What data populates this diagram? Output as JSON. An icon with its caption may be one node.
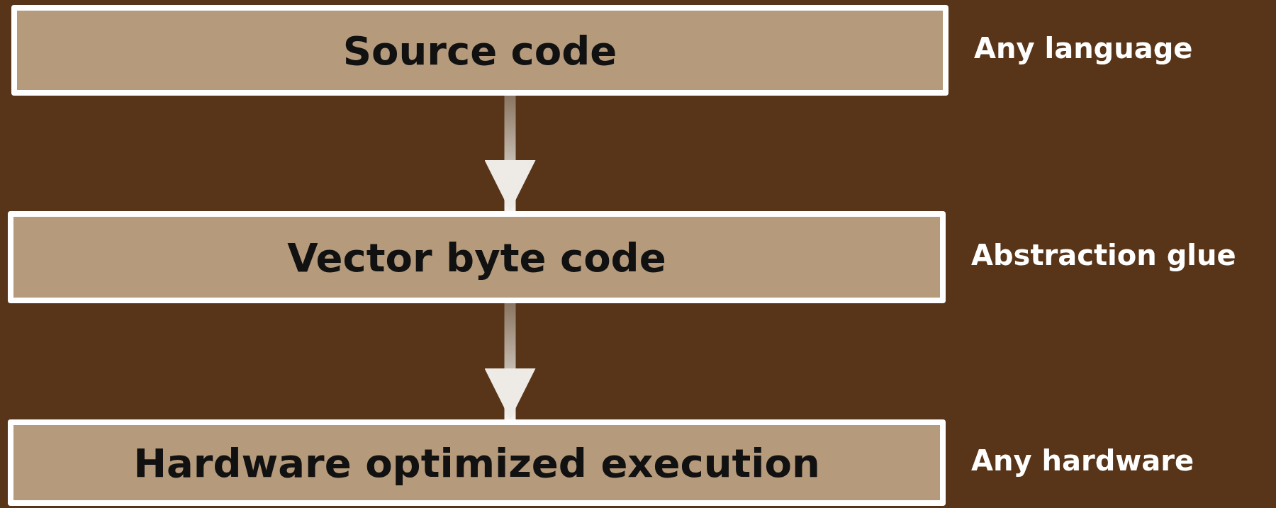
{
  "diagram": {
    "nodes": [
      {
        "text": [
          "Source code"
        ],
        "beside": [
          "Any language"
        ]
      },
      {
        "text": [
          "Vector byte code"
        ],
        "beside": [
          "Abstraction glue"
        ]
      },
      {
        "text": [
          "Hardware optimized execution"
        ],
        "beside": [
          "Any hardware"
        ]
      }
    ],
    "edges": [
      {
        "from": 0,
        "to": 1,
        "arrow": "to"
      },
      {
        "from": 1,
        "to": 2,
        "arrow": "to"
      }
    ]
  }
}
